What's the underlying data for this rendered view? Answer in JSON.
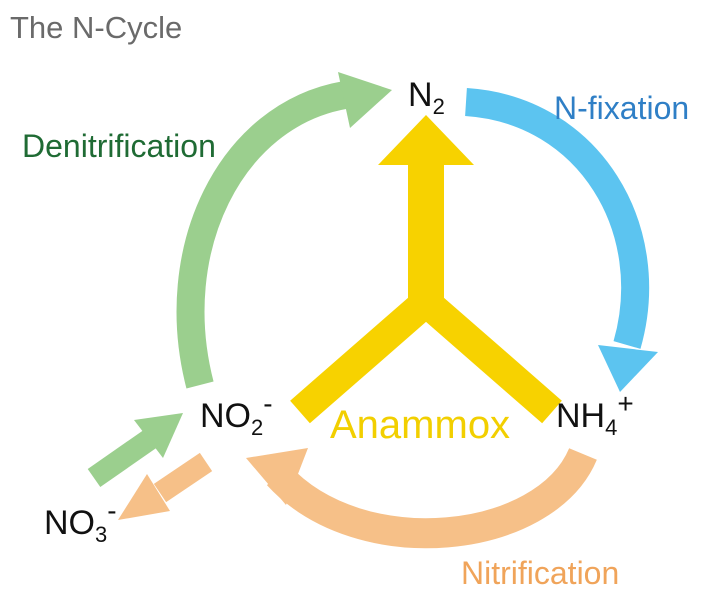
{
  "title": "The N-Cycle",
  "nodes": {
    "n2": {
      "base": "N",
      "sub": "2",
      "sup": ""
    },
    "nh4": {
      "base": "NH",
      "sub": "4",
      "sup": "+"
    },
    "no2": {
      "base": "NO",
      "sub": "2",
      "sup": "-"
    },
    "no3": {
      "base": "NO",
      "sub": "3",
      "sup": "-"
    }
  },
  "processes": {
    "denitrification": {
      "label": "Denitrification",
      "color": "#1f6b34",
      "arrow_color": "#9bcf8e"
    },
    "n_fixation": {
      "label": "N-fixation",
      "color": "#2f7fc6",
      "arrow_color": "#5cc4f0"
    },
    "nitrification": {
      "label": "Nitrification",
      "color": "#f0a45a",
      "arrow_color": "#f6c088"
    },
    "anammox": {
      "label": "Anammox",
      "color": "#f2cf00",
      "arrow_color": "#f7d200"
    }
  },
  "colors": {
    "title": "#6a6a6a",
    "node": "#111111"
  }
}
